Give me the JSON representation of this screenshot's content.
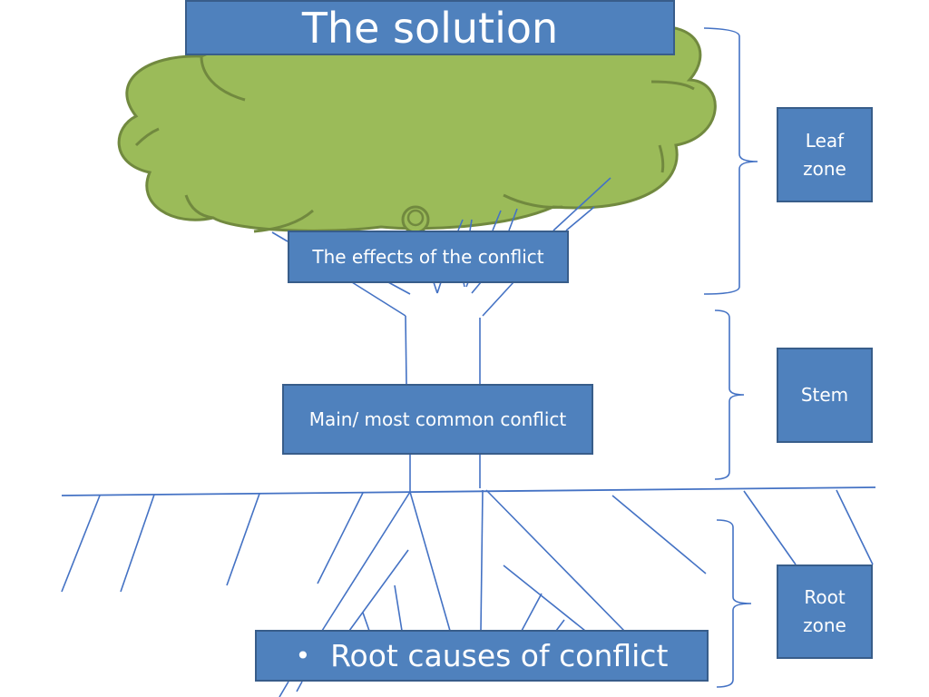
{
  "diagram": {
    "title": "The solution",
    "nodes": {
      "effects": "The effects of the conflict",
      "main_conflict": "Main/ most common conflict",
      "root_causes": {
        "bullet": "•",
        "label": "Root causes of conflict"
      }
    },
    "zones": {
      "leaf": {
        "line1": "Leaf",
        "line2": "zone"
      },
      "stem": {
        "line1": "Stem"
      },
      "root": {
        "line1": "Root",
        "line2": "zone"
      }
    },
    "colors": {
      "box_fill": "#4F81BD",
      "box_border": "#385D8A",
      "canopy_fill": "#9BBB59",
      "canopy_stroke": "#71893F",
      "line": "#4472C4",
      "text": "#FFFFFF"
    }
  }
}
